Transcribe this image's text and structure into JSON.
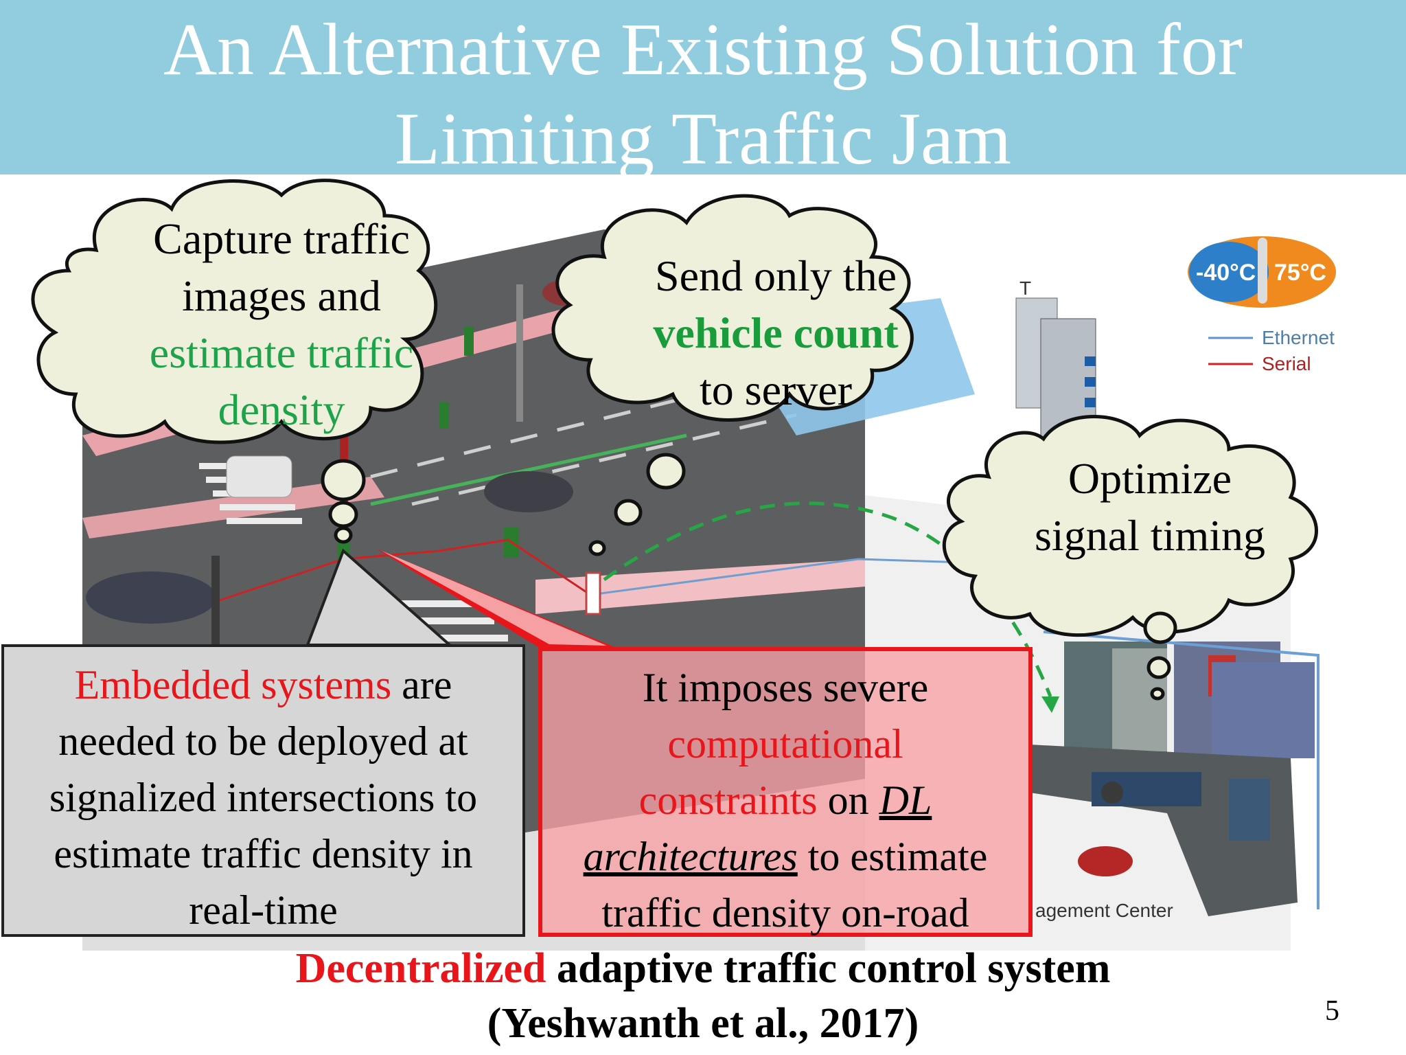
{
  "slide": {
    "title_line1": "An Alternative Existing Solution for",
    "title_line2": "Limiting Traffic Jam",
    "page_number": "5"
  },
  "bubble_capture": {
    "line1": "Capture traffic",
    "line2": "images and",
    "line3_green": "estimate traffic",
    "line4_green": "density"
  },
  "bubble_send": {
    "line1": "Send only the",
    "line2_bold_green": "vehicle count",
    "line3": "to server"
  },
  "bubble_optimize": {
    "line1": "Optimize",
    "line2": "signal timing"
  },
  "gray_box": {
    "red_phrase": "Embedded systems",
    "rest_line1": " are",
    "line2": "needed to be deployed at",
    "line3": "signalized intersections to",
    "line4": "estimate traffic density in",
    "line5": "real-time"
  },
  "red_box": {
    "line1": "It imposes severe",
    "line2_red": "computational",
    "line3_red": "constraints",
    "line3_mid": " on ",
    "line3_ul": "DL",
    "line4_ul": "architectures",
    "line4_rest": " to estimate",
    "line5": "traffic density on-road"
  },
  "caption": {
    "red_word": "Decentralized",
    "rest": " adaptive traffic control system",
    "citation": "(Yeshwanth et al., 2017)"
  },
  "figure_labels": {
    "temp_low": "-40°C",
    "temp_high": "75°C",
    "ethernet": "Ethernet",
    "serial": "Serial",
    "management_center": "agement Center",
    "cut_letter": "T"
  },
  "colors": {
    "title_bar": "#92cddf",
    "green_text": "#1fa34a",
    "red_text": "#e8161b",
    "bubble_fill": "#eef0dc"
  }
}
